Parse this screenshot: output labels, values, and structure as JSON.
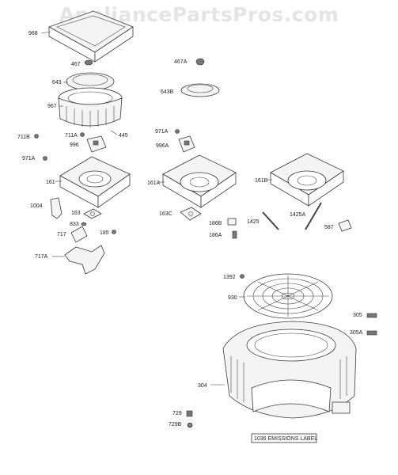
{
  "watermark": "AppliancePartsPros.com",
  "labels": {
    "p968": "968",
    "p467": "467",
    "p643": "643",
    "p967": "967",
    "p445": "445",
    "p711b": "711B",
    "p711a": "711A",
    "p996": "996",
    "p971a_left": "971A",
    "p161": "161",
    "p1004": "1004",
    "p163": "163",
    "p833": "833",
    "p185": "185",
    "p717": "717",
    "p717a": "717A",
    "p467a": "467A",
    "p643b": "643B",
    "p971a_mid": "971A",
    "p996a": "996A",
    "p161a": "161A",
    "p163c": "163C",
    "p186b": "186B",
    "p186a": "186A",
    "p161b": "161B",
    "p1425": "1425",
    "p1425a": "1425A",
    "p587": "587",
    "p1392": "1392",
    "p930": "930",
    "p305": "305",
    "p305a": "305A",
    "p304": "304",
    "p729": "729",
    "p729b": "729B",
    "emissions_label": "1036 EMISSIONS LABEL"
  }
}
